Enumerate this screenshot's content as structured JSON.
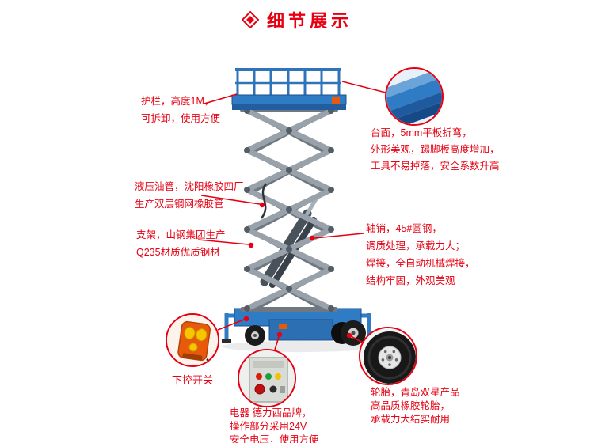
{
  "title": {
    "icon": "diamond-icon",
    "text": "细节展示"
  },
  "colors": {
    "accent_red": "#e60012",
    "machine_blue": "#2f7bc4",
    "machine_blue_dark": "#1d5a9e",
    "scissor_gray": "#99a2aa",
    "scissor_gray_dark": "#6f7880",
    "remote_orange": "#e8590c",
    "button_yellow": "#f7c600"
  },
  "annotations": {
    "guardrail": {
      "lines": [
        "护栏，高度1M，",
        "可拆卸，使用方便"
      ]
    },
    "platform": {
      "lines": [
        "台面，5mm平板折弯，",
        "外形美观，踢脚板高度增加，",
        "工具不易掉落，安全系数升高"
      ]
    },
    "hydraulic_hose": {
      "lines": [
        "液压油管，沈阳橡胶四厂",
        "生产双层钢网橡胶管"
      ]
    },
    "support_frame": {
      "lines": [
        "支架，山钢集团生产",
        "Q235材质优质钢材"
      ]
    },
    "axle_pin": {
      "lines": [
        "轴销，45#圆钢，",
        "调质处理，承载力大；",
        "焊接，全自动机械焊接，",
        "结构牢固，外观美观"
      ]
    },
    "lower_control": {
      "label": "下控开关"
    },
    "electric": {
      "lines": [
        "电器 德力西品牌，",
        "操作部分采用24V",
        "安全电压，使用方便"
      ]
    },
    "tires": {
      "lines": [
        "轮胎，青岛双星产品",
        "高品质橡胶轮胎，",
        "承载力大结实耐用"
      ]
    }
  },
  "callouts": [
    {
      "name": "platform-closeup",
      "depicts": "blue folded platform plate"
    },
    {
      "name": "remote-control",
      "depicts": "orange handheld lower control switch"
    },
    {
      "name": "control-panel",
      "depicts": "electric control box with buttons"
    },
    {
      "name": "tire",
      "depicts": "black rubber wheel with hub"
    }
  ]
}
